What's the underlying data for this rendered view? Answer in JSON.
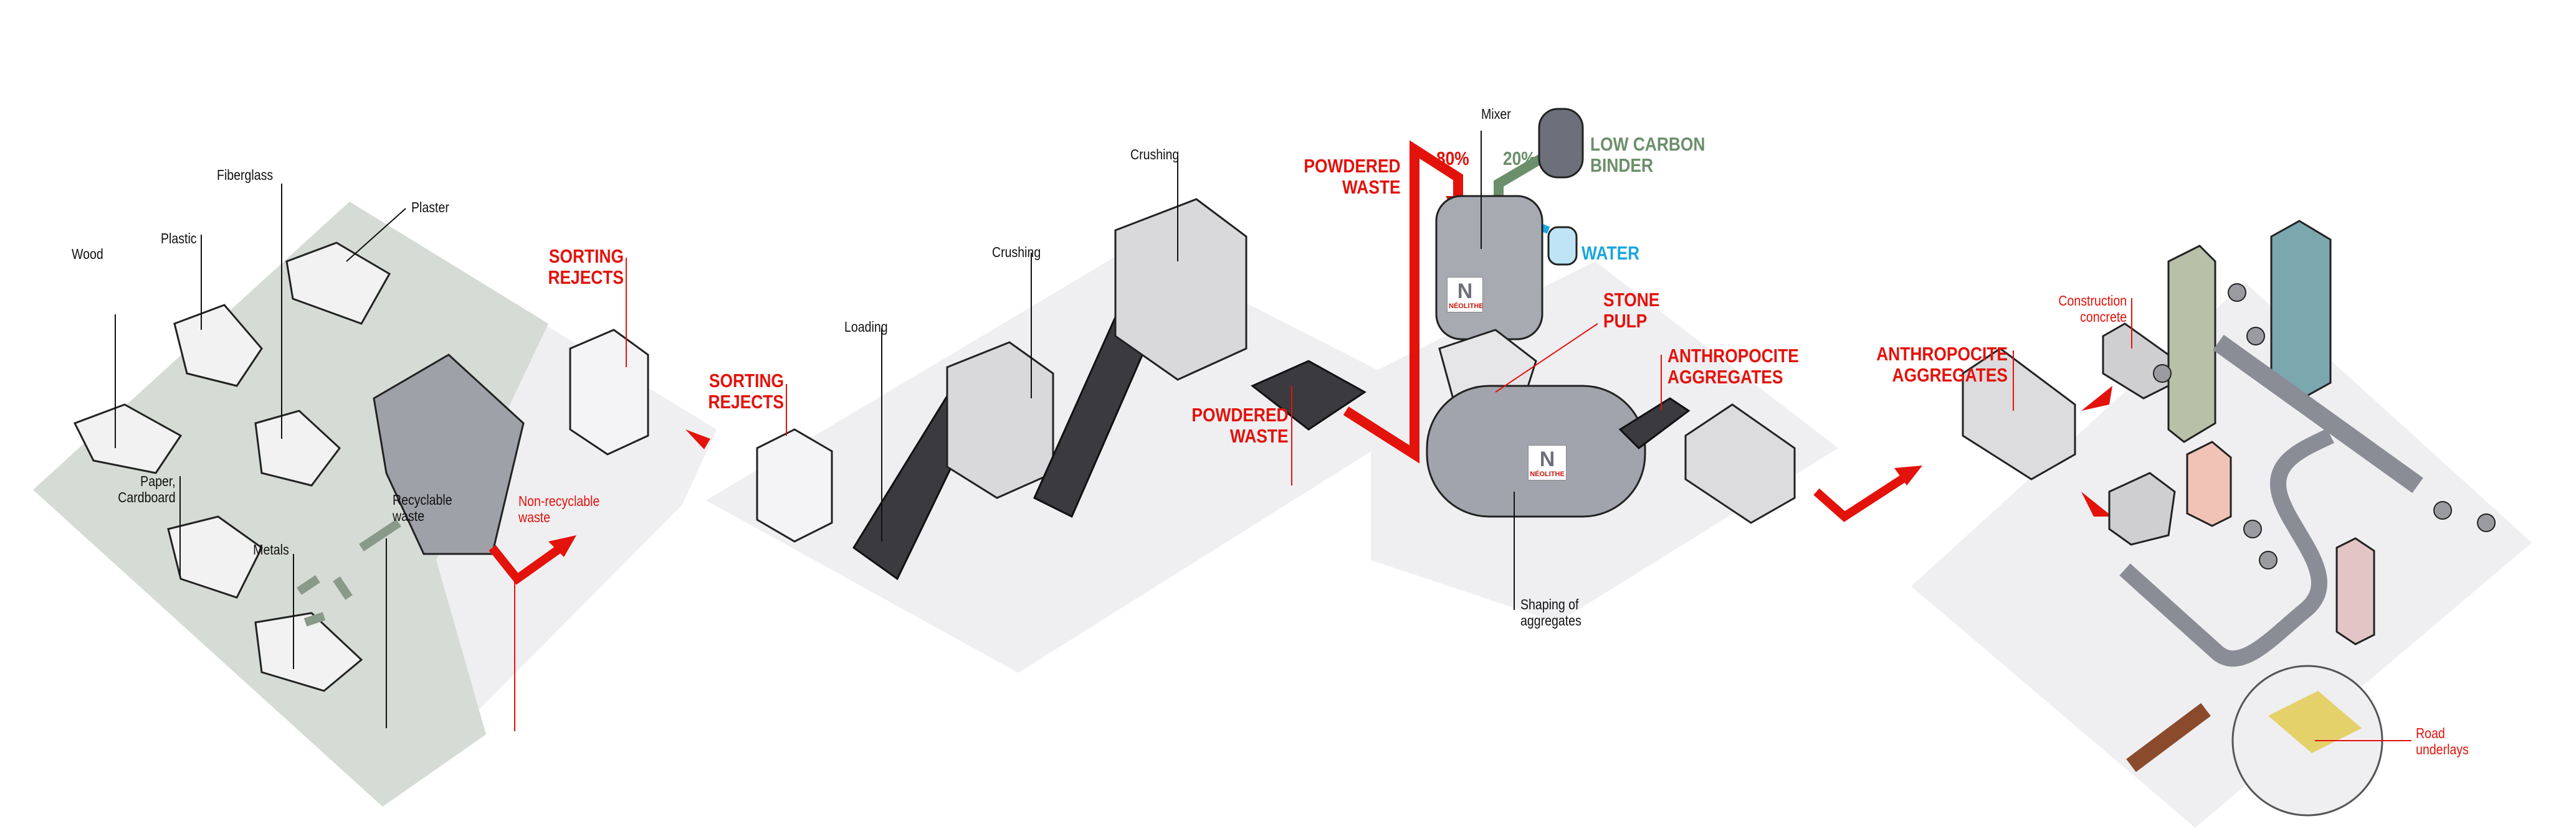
{
  "colors": {
    "accent_red": "#e3120b",
    "binder_green": "#6b8f6b",
    "water_blue": "#1aa6e0",
    "sorting_platform": "#d5dbd5",
    "platform": "#efeff1"
  },
  "sorting": {
    "materials": [
      "Wood",
      "Plastic",
      "Fiberglass",
      "Plaster",
      "Paper,\nCardboard",
      "Metals"
    ],
    "recyclable": "Recyclable\nwaste",
    "non_recyclable": "Non-recyclable\nwaste",
    "rejects": "SORTING\nREJECTS"
  },
  "crushing": {
    "rejects": "SORTING\nREJECTS",
    "loading": "Loading",
    "crushing_1": "Crushing",
    "crushing_2": "Crushing",
    "powdered_waste": "POWDERED\nWASTE"
  },
  "mixing": {
    "powdered_waste": "POWDERED\nWASTE",
    "pct_waste": "80%",
    "mixer": "Mixer",
    "pct_binder": "20%",
    "binder": "LOW CARBON\nBINDER",
    "water": "WATER",
    "stone_pulp": "STONE\nPULP",
    "aggregates": "ANTHROPOCITE\nAGGREGATES",
    "shaping": "Shaping of\naggregates",
    "brand": "NÉOLITHE"
  },
  "uses": {
    "aggregates": "ANTHROPOCITE\nAGGREGATES",
    "concrete": "Construction\nconcrete",
    "road": "Road\nunderlays"
  }
}
